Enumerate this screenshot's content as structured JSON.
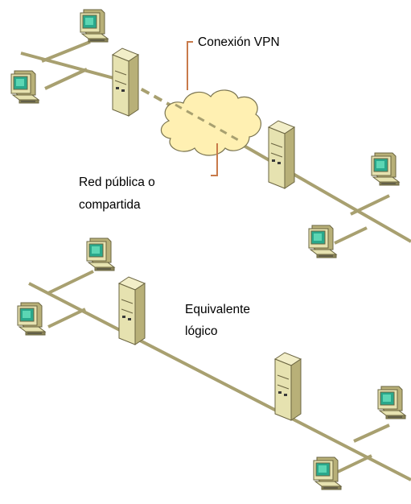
{
  "diagram": {
    "top": {
      "vpn_label": "Conexión VPN",
      "cloud_label_line1": "Red pública o",
      "cloud_label_line2": "compartida"
    },
    "bottom": {
      "equiv_line1": "Equivalente",
      "equiv_line2": "lógico"
    }
  },
  "colors": {
    "cable": "#a8a070",
    "device_face": "#e6e2b0",
    "device_shade": "#b8b078",
    "device_dark": "#8a8458",
    "screen": "#2aa88c",
    "cloud": "#fff0b2",
    "label_line": "#c87a4a"
  }
}
